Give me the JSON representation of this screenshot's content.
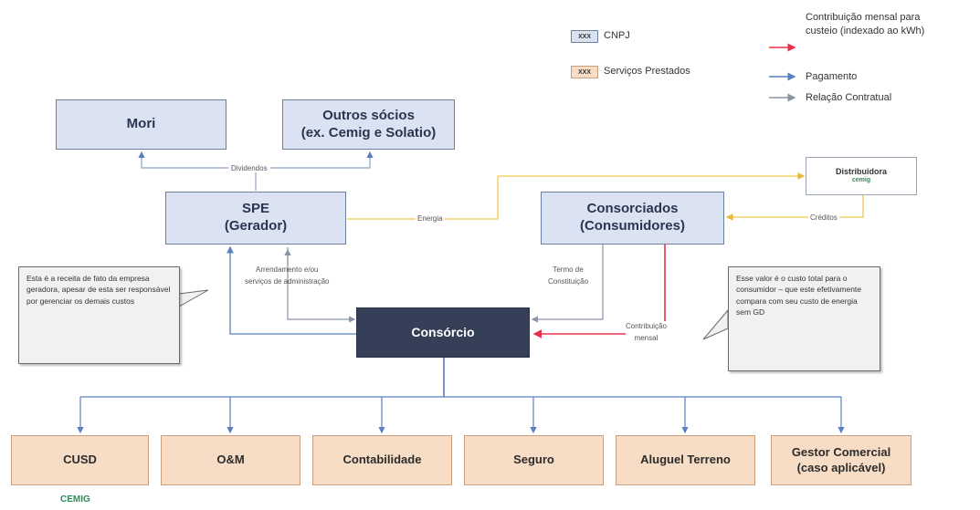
{
  "legend": {
    "cnpj_chip": "XXX",
    "cnpj_label": "CNPJ",
    "services_chip": "XXX",
    "services_label": "Serviços Prestados",
    "arrow_red_label": "Contribuição mensal para custeio (indexado ao kWh)",
    "arrow_blue_label": "Pagamento",
    "arrow_gray_label": "Relação Contratual"
  },
  "nodes": {
    "mori": "Mori",
    "outros_socios_line1": "Outros sócios",
    "outros_socios_line2": "(ex. Cemig e Solatio)",
    "spe_line1": "SPE",
    "spe_line2": "(Gerador)",
    "consorciados_line1": "Consorciados",
    "consorciados_line2": "(Consumidores)",
    "distribuidora": "Distribuidora",
    "distribuidora_logo": "cemig",
    "consorcio": "Consórcio"
  },
  "edge_labels": {
    "dividendos": "Dividendos",
    "energia": "Energia",
    "creditos": "Créditos",
    "arrendamento_line1": "Arrendamento e/ou",
    "arrendamento_line2": "serviços de administração",
    "termo_line1": "Termo de",
    "termo_line2": "Constituição",
    "contribuicao_line1": "Contribuição",
    "contribuicao_line2": "mensal"
  },
  "notes": {
    "left": "Esta é a receita de fato da empresa geradora, apesar de esta ser responsável por gerenciar os demais custos",
    "right": "Esse valor é o custo total para o consumidor – que este efetivamente compara com seu custo de energia sem GD"
  },
  "services": [
    "CUSD",
    "O&M",
    "Contabilidade",
    "Seguro",
    "Aluguel Terreno",
    "Gestor Comercial",
    "(caso aplicável)"
  ],
  "footer_logo": "CEMIG",
  "colors": {
    "blue_fill": "#dbe3f3",
    "peach_fill": "#f8ddc6",
    "dark_fill": "#354058",
    "arrow_red": "#e8304a",
    "arrow_blue": "#5b7fbf",
    "arrow_gray": "#8a94a6",
    "arrow_yellow": "#f2c94c"
  }
}
